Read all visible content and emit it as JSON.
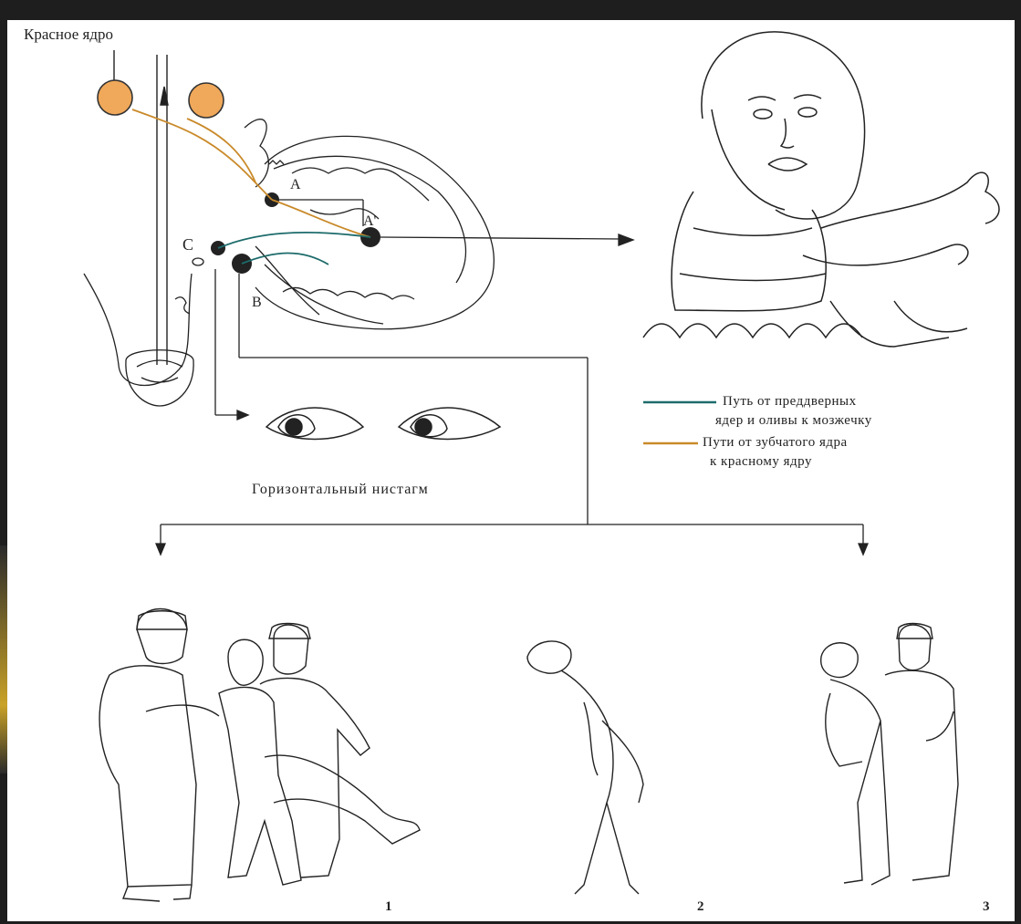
{
  "labels": {
    "red_nucleus": "Красное ядро",
    "nystagmus": "Горизонтальный нистагм",
    "point_a": "А",
    "point_a_prime": "А'",
    "point_c": "С",
    "point_b": "В"
  },
  "legend": {
    "item1_line1": "Путь от преддверных",
    "item1_line2": "ядер и оливы к мозжечку",
    "item2_line1": "Пути от зубчатого ядра",
    "item2_line2": "к красному ядру",
    "color_vestibular_path": "#1d6b6b",
    "color_dentate_path": "#c98a2a"
  },
  "figures": {
    "fig1": "1",
    "fig2": "2",
    "fig3": "3"
  },
  "icons": [
    "red-nucleus-icon",
    "cerebellum-icon",
    "spinal-cord-icon",
    "eye-icon",
    "patient-face-icon",
    "patient-walking-icon",
    "patient-standing-icon"
  ]
}
